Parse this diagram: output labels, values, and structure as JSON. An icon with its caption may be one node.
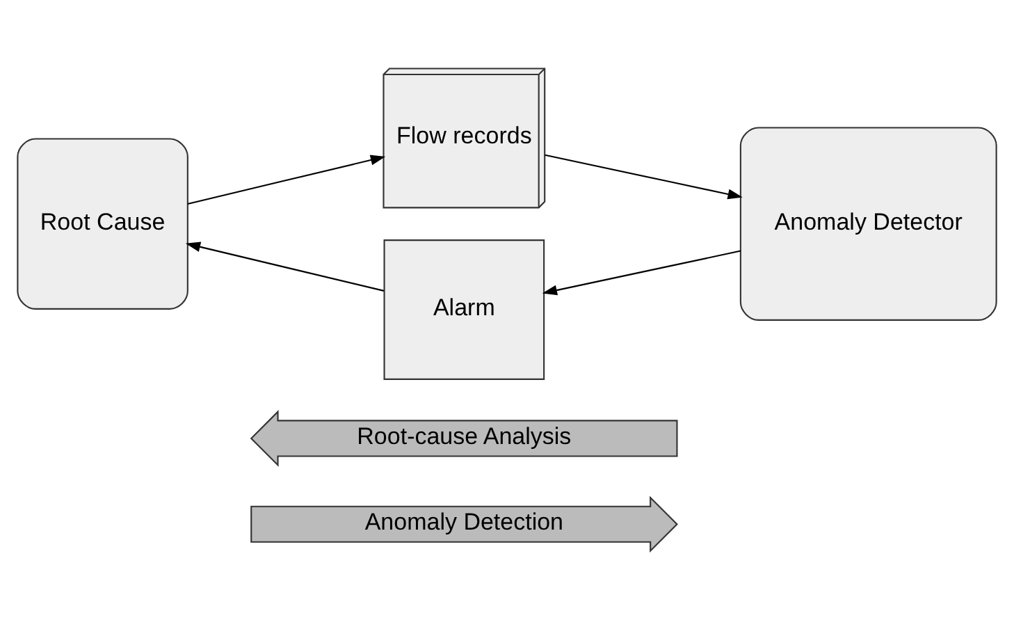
{
  "diagram": {
    "nodes": [
      {
        "text": [
          "Root Cause"
        ]
      },
      {
        "text": [
          "Flow records"
        ]
      },
      {
        "text": [
          "Alarm"
        ]
      },
      {
        "text": [
          "Anomaly Detector"
        ]
      },
      {
        "text": [
          "Root-cause Analysis"
        ]
      },
      {
        "text": [
          "Anomaly Detection"
        ]
      }
    ],
    "edges": [
      {
        "from": 0,
        "to": 1,
        "arrow": "to"
      },
      {
        "from": 1,
        "to": 3,
        "arrow": "to"
      },
      {
        "from": 3,
        "to": 2,
        "arrow": "to"
      },
      {
        "from": 2,
        "to": 0,
        "arrow": "to"
      }
    ]
  }
}
